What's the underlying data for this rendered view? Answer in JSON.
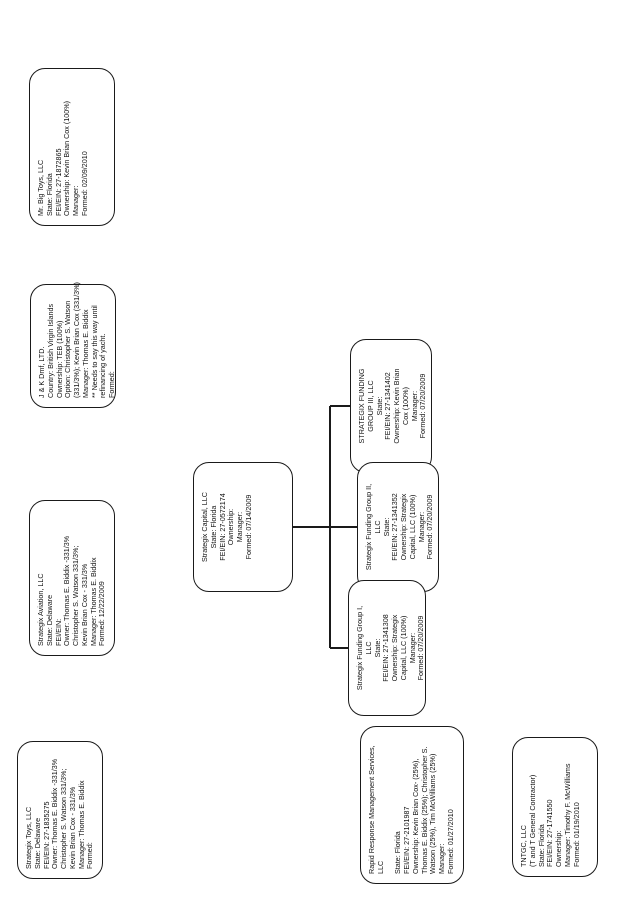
{
  "boxes": {
    "big_toys": [
      "Mr. Big Toys, LLC",
      "State: Florida",
      "FEI/EIN: 27-1872865",
      "Ownership: Kevin Brian Cox (100%)",
      "Manager:",
      "Formed: 02/09/2010"
    ],
    "jk_dmf": [
      "J & K Dmf, LTD.",
      "Country: British Virgin Islands",
      "Ownership: TEB (100%)",
      "Option: Christopher S. Watson",
      "(331/3%); Kevin Brian Cox (331/3%)",
      "Manager: Thomas E. Biddix",
      "** Needs to say this way until",
      "refinancing of yacht.",
      "Formed:"
    ],
    "aviation": [
      "Strategix Aviation, LLC",
      "State: Delaware",
      "FEI/EIN:",
      "Owner:    Thomas E. Biddix -331/3%",
      "Christopher S. Watson 331/3%;",
      "Kevin Brian Cox - 331/3%",
      "Manager:  Thomas E. Biddix",
      "Formed: 12/22/2009"
    ],
    "toys": [
      "Strategix Toys, LLC",
      "State: Delaware",
      "FEI/EIN: 27-1835275",
      "Owner:    Thomas E. Biddix -331/3%",
      "Christopher S. Watson 331/3%;",
      "Kevin Brian Cox - 331/3%",
      "Manager: Thomas E. Biddix",
      "Formed:"
    ],
    "capital": [
      "Strategix Capital, LLC",
      "State: Florida",
      "FEI/EIN: 27-0572174",
      "Ownership:",
      "Manager:",
      "Formed: 07/14/2009"
    ],
    "sfg3": [
      "STRATEGIX FUNDING",
      "GROUP III, LLC",
      "State:",
      "FEI/EIN: 27-1341402",
      "Ownership: Kevin Brian",
      "Cox (100%)",
      "Manager:",
      "Formed: 07/20/2009"
    ],
    "sfg2": [
      "Strategix Funding Group II,",
      "LLC",
      "State:",
      "FEI/EIN: 27-1341352",
      "Ownership: Strategix",
      "Capital, LLC (100%)",
      "Manager:",
      "Formed: 07/20/2009"
    ],
    "sfg1": [
      "Strategix Funding Group I,",
      "LLC",
      "State:",
      "FEI/EIN: 27-1341308",
      "Ownership: Strategix",
      "Capital, LLC (100%)",
      "Manager:",
      "Formed: 07/20/2009"
    ],
    "rapid": [
      "Rapid Response Management Services,",
      "LLC",
      "",
      "State: Florida",
      "FEI/EIN: 27-2101987",
      "Ownership: Kevin Brian Cox- (25%),",
      "Thomas E. Biddix (25%); Christopher S.",
      "Watson (25%), Tim McWilliams (25%)",
      "Manager:",
      "Formed: 01/27/2010"
    ],
    "tntgc": [
      "TNTGC, LLC",
      "(T and T General Contractor)",
      "State: Florida",
      "FEI/EIN: 27-1741550",
      "Ownership:",
      "Manager: Timothy F. McWilliams",
      "Formed:  01/19/2010"
    ]
  },
  "colors": {
    "line": "#1a1a1a",
    "text": "#111111",
    "background": "#ffffff"
  }
}
